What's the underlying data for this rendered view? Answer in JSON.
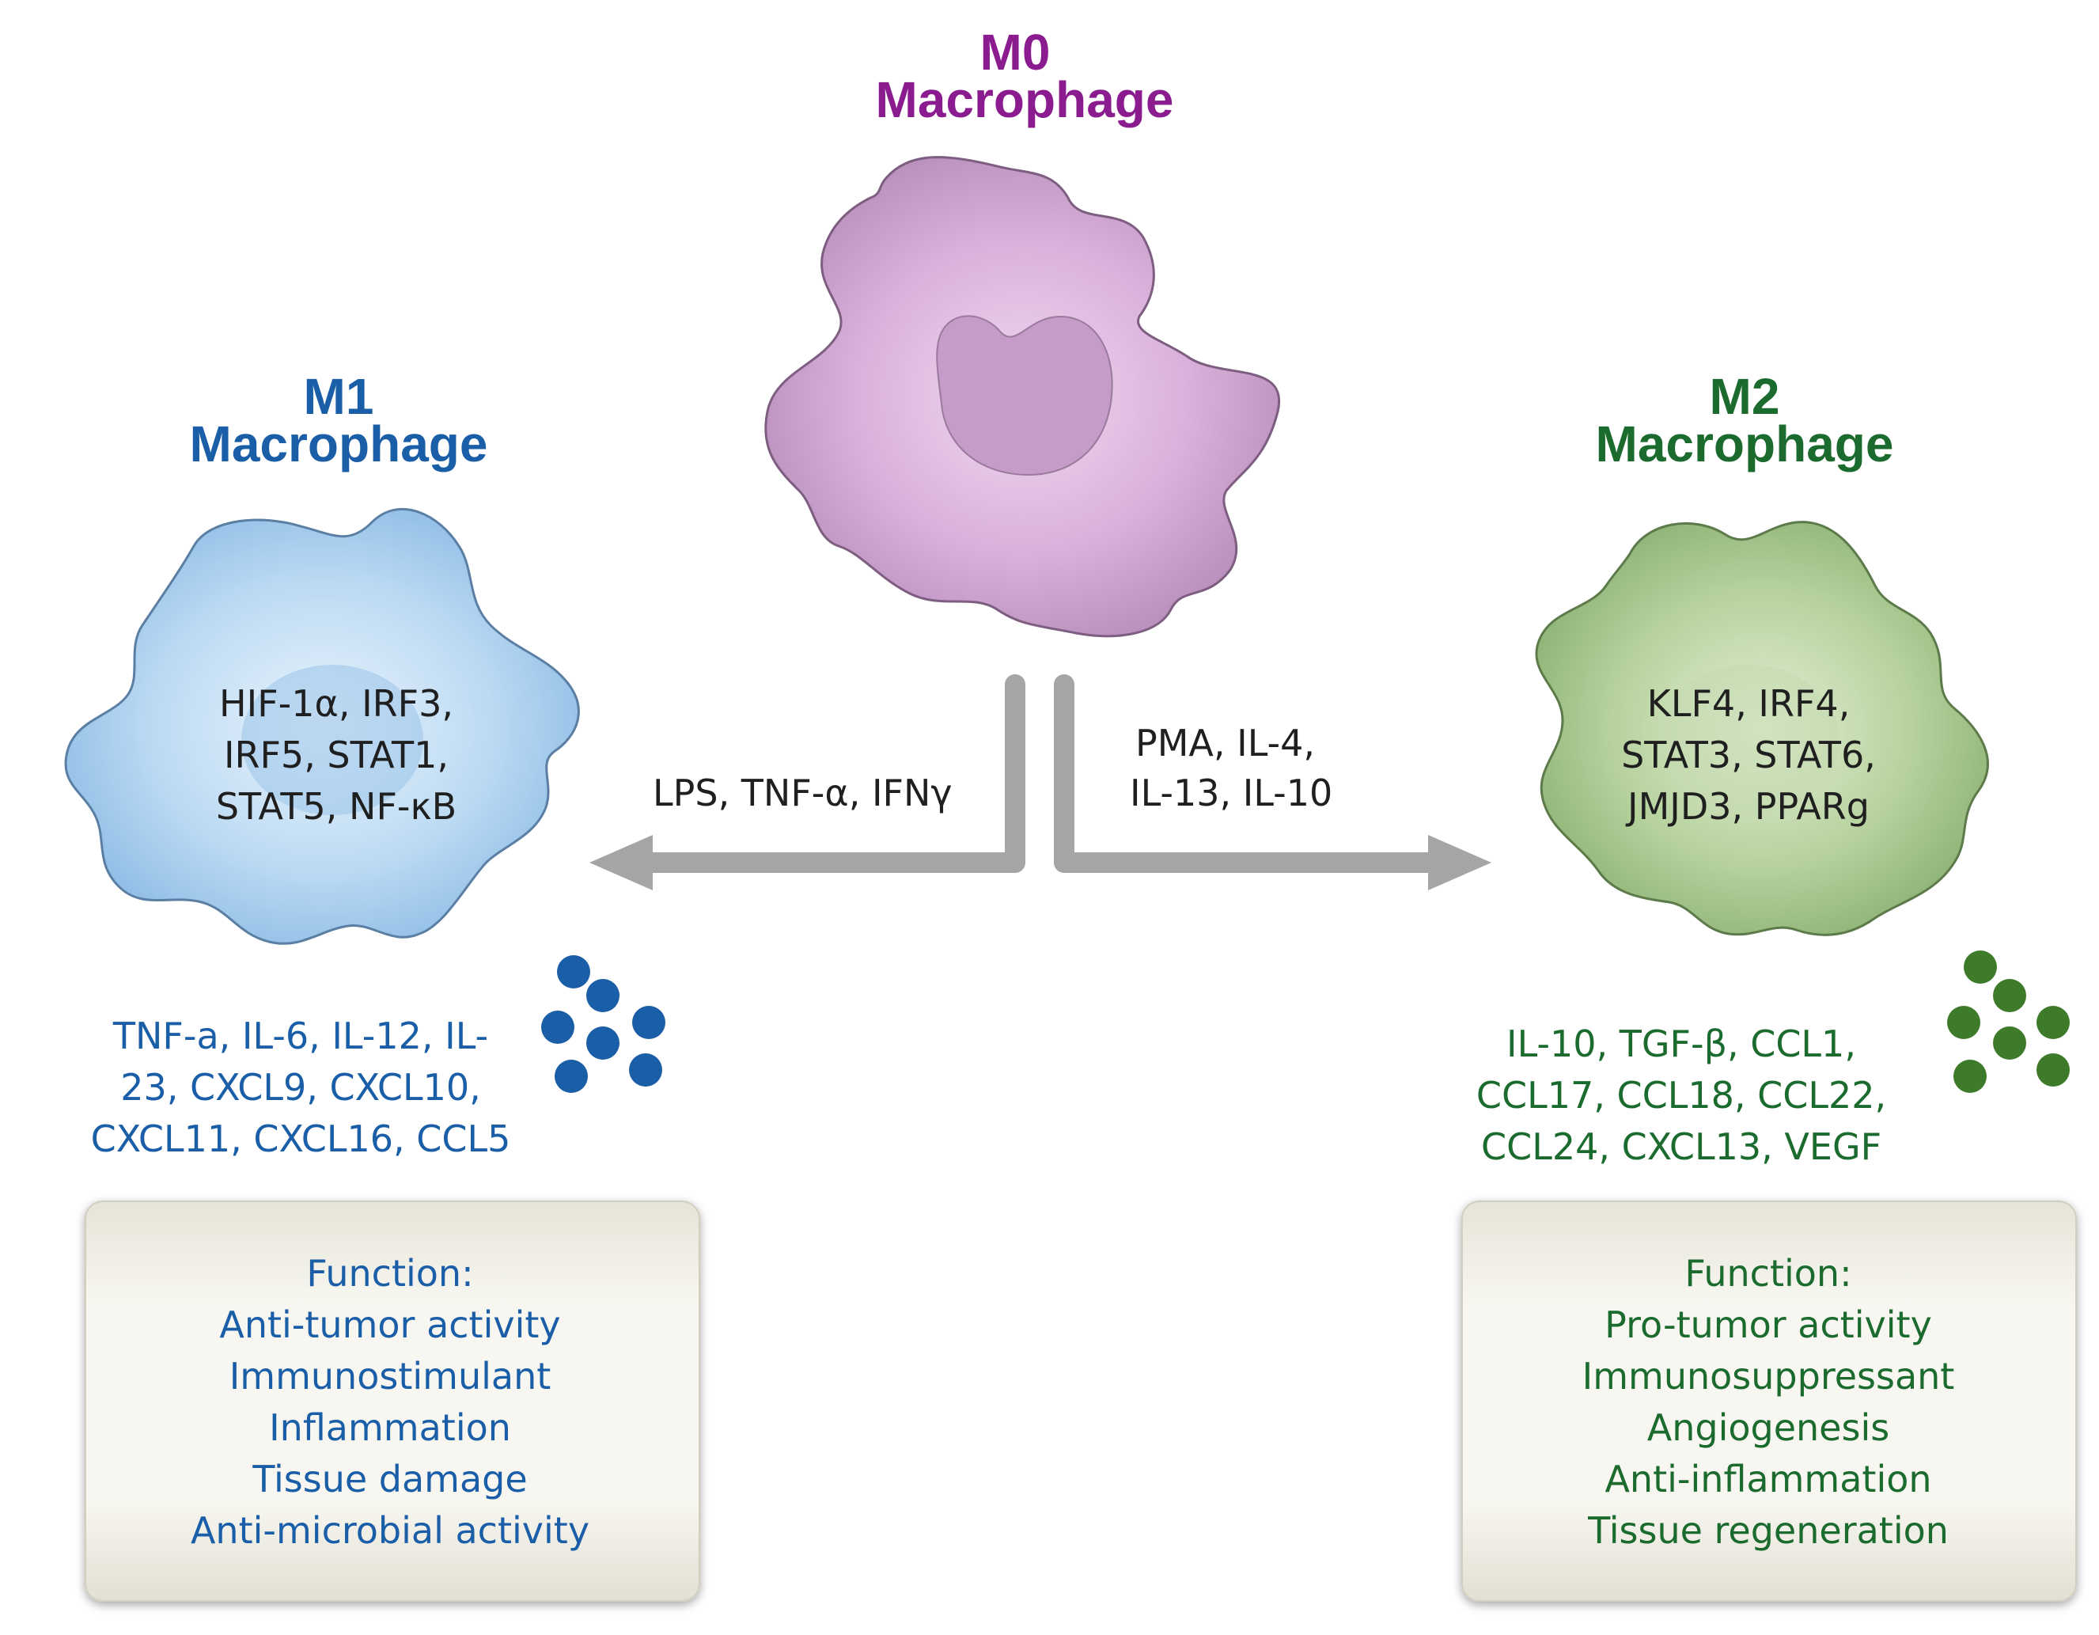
{
  "m0": {
    "label_line1": "M0",
    "label_line2": "Macrophage",
    "color": "#8a1c8f"
  },
  "m1": {
    "label_line1": "M1",
    "label_line2": "Macrophage",
    "color": "#1a5ea8",
    "markers": [
      "HIF-1α, IRF3,",
      "IRF5, STAT1,",
      "STAT5, NF-κB"
    ],
    "secreted": [
      "TNF-a, IL-6, IL-12, IL-",
      "23, CXCL9, CXCL10,",
      "CXCL11, CXCL16, CCL5"
    ],
    "function_title": "Function:",
    "functions": [
      "Anti-tumor activity",
      "Immunostimulant",
      "Inflammation",
      "Tissue damage",
      "Anti-microbial activity"
    ]
  },
  "m2": {
    "label_line1": "M2",
    "label_line2": "Macrophage",
    "color": "#1b6b2e",
    "markers": [
      "KLF4, IRF4,",
      "STAT3, STAT6,",
      "JMJD3, PPARg"
    ],
    "secreted": [
      "IL-10, TGF-β, CCL1,",
      "CCL17, CCL18, CCL22,",
      "CCL24, CXCL13, VEGF"
    ],
    "function_title": "Function:",
    "functions": [
      "Pro-tumor activity",
      "Immunosuppressant",
      "Angiogenesis",
      "Anti-inflammation",
      "Tissue regeneration"
    ]
  },
  "stimuli": {
    "to_m1": "LPS, TNF-α, IFNγ",
    "to_m2_line1": "PMA, IL-4,",
    "to_m2_line2": "IL-13, IL-10"
  }
}
